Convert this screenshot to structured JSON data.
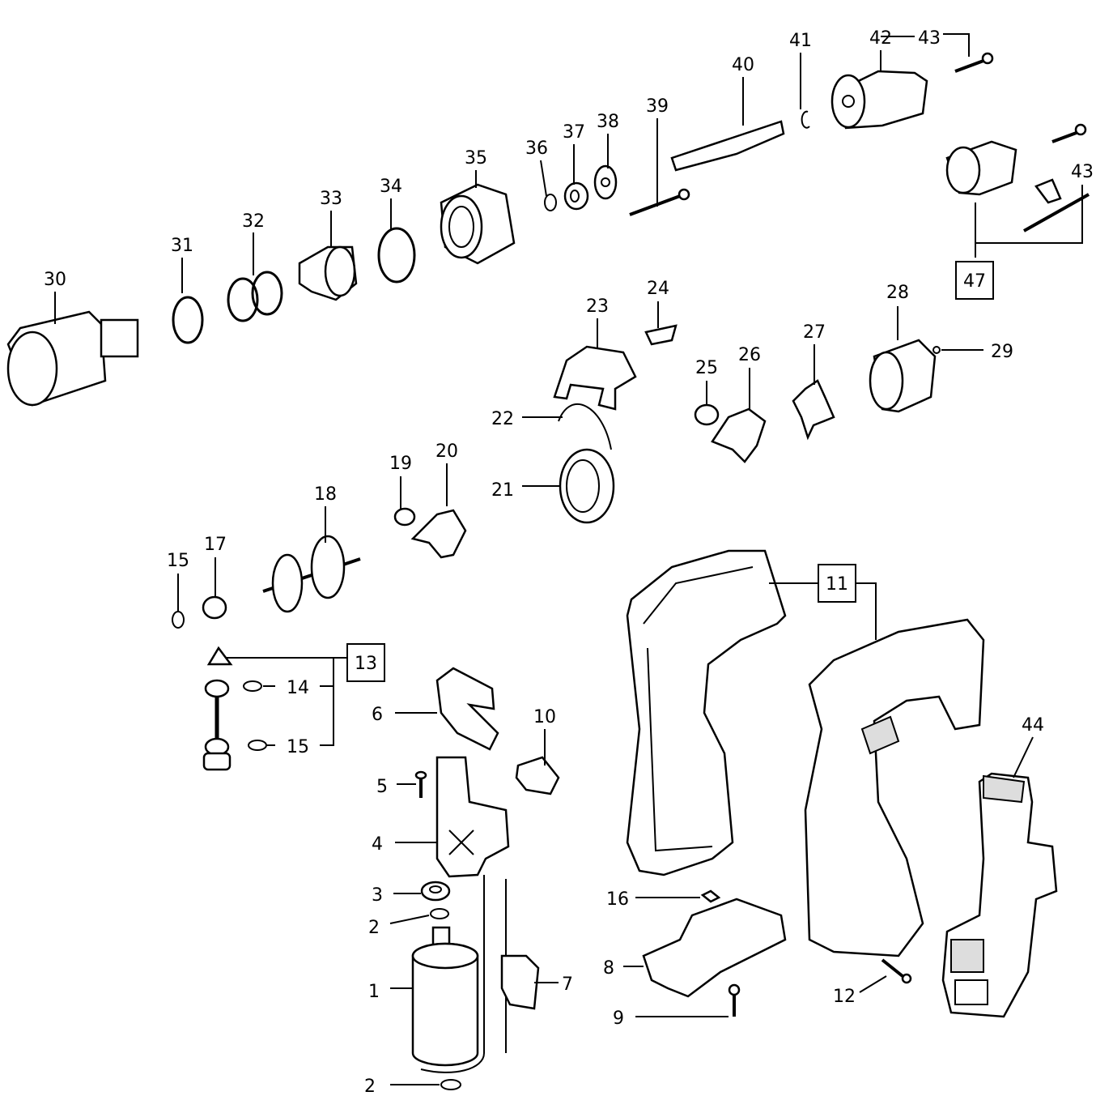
{
  "title": "Cordless drill exploded parts diagram",
  "callouts": [
    "30",
    "31",
    "32",
    "33",
    "34",
    "35",
    "36",
    "37",
    "38",
    "39",
    "40",
    "41",
    "42",
    "43",
    "43",
    "28",
    "29",
    "23",
    "24",
    "25",
    "26",
    "27",
    "22",
    "21",
    "19",
    "20",
    "18",
    "15",
    "17",
    "14",
    "15",
    "6",
    "10",
    "5",
    "4",
    "3",
    "2",
    "1",
    "7",
    "2",
    "16",
    "8",
    "9",
    "12",
    "44"
  ],
  "boxed_callouts": [
    "47",
    "13",
    "11"
  ]
}
